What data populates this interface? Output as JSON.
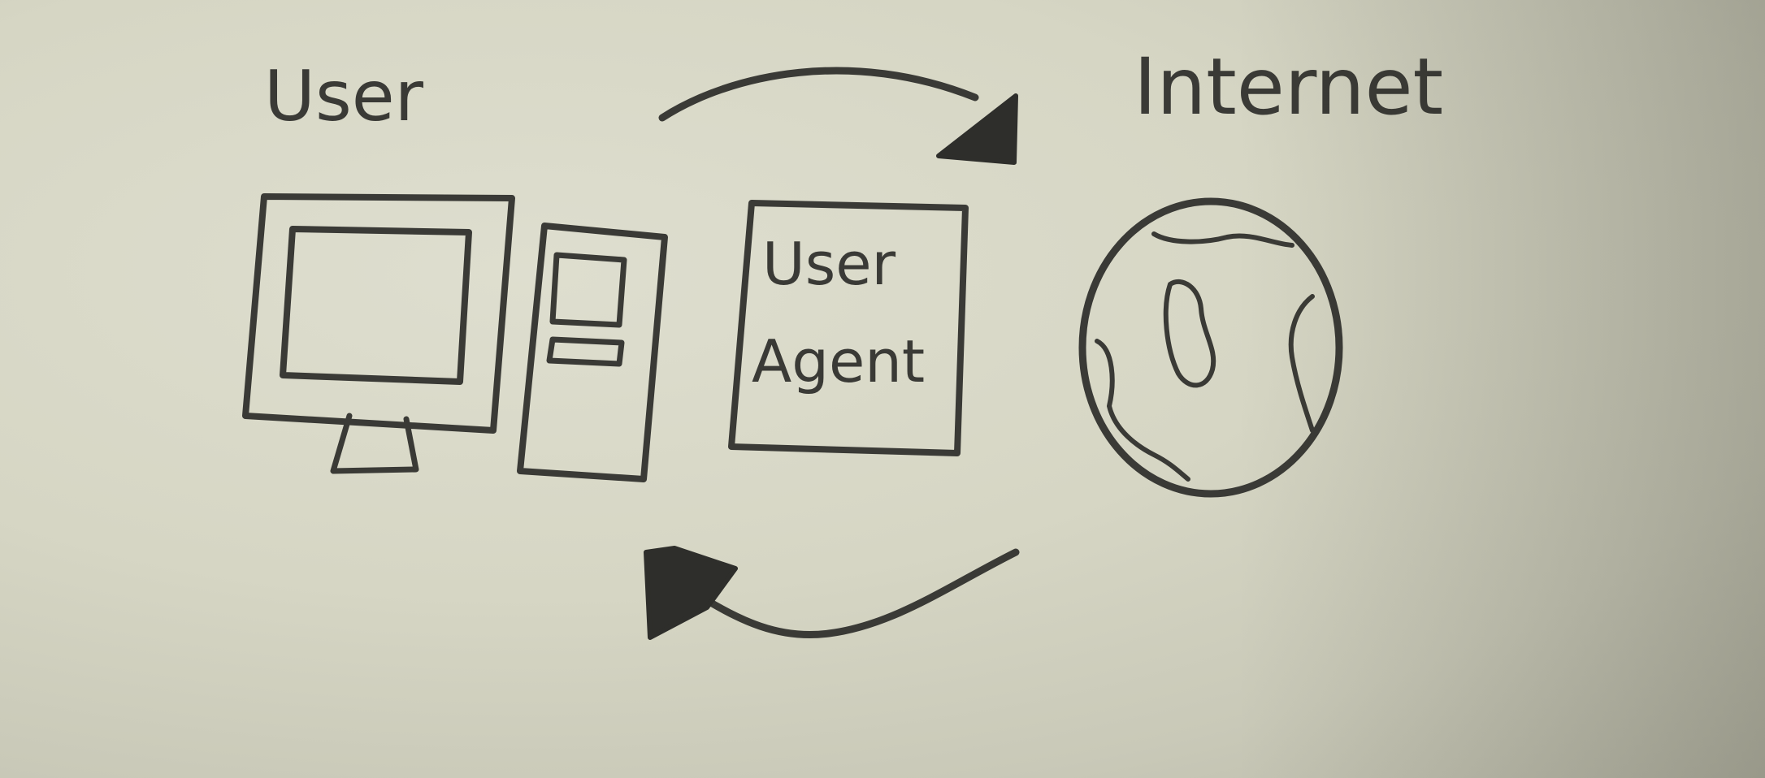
{
  "labels": {
    "user": "User",
    "internet": "Internet",
    "user_agent_line1": "User",
    "user_agent_line2": "Agent"
  },
  "icons": [
    "monitor-icon",
    "computer-tower-icon",
    "globe-icon",
    "arrow-right-icon",
    "arrow-left-icon"
  ],
  "colors": {
    "paper": "#d7d7c6",
    "ink": "#3a3a36"
  }
}
